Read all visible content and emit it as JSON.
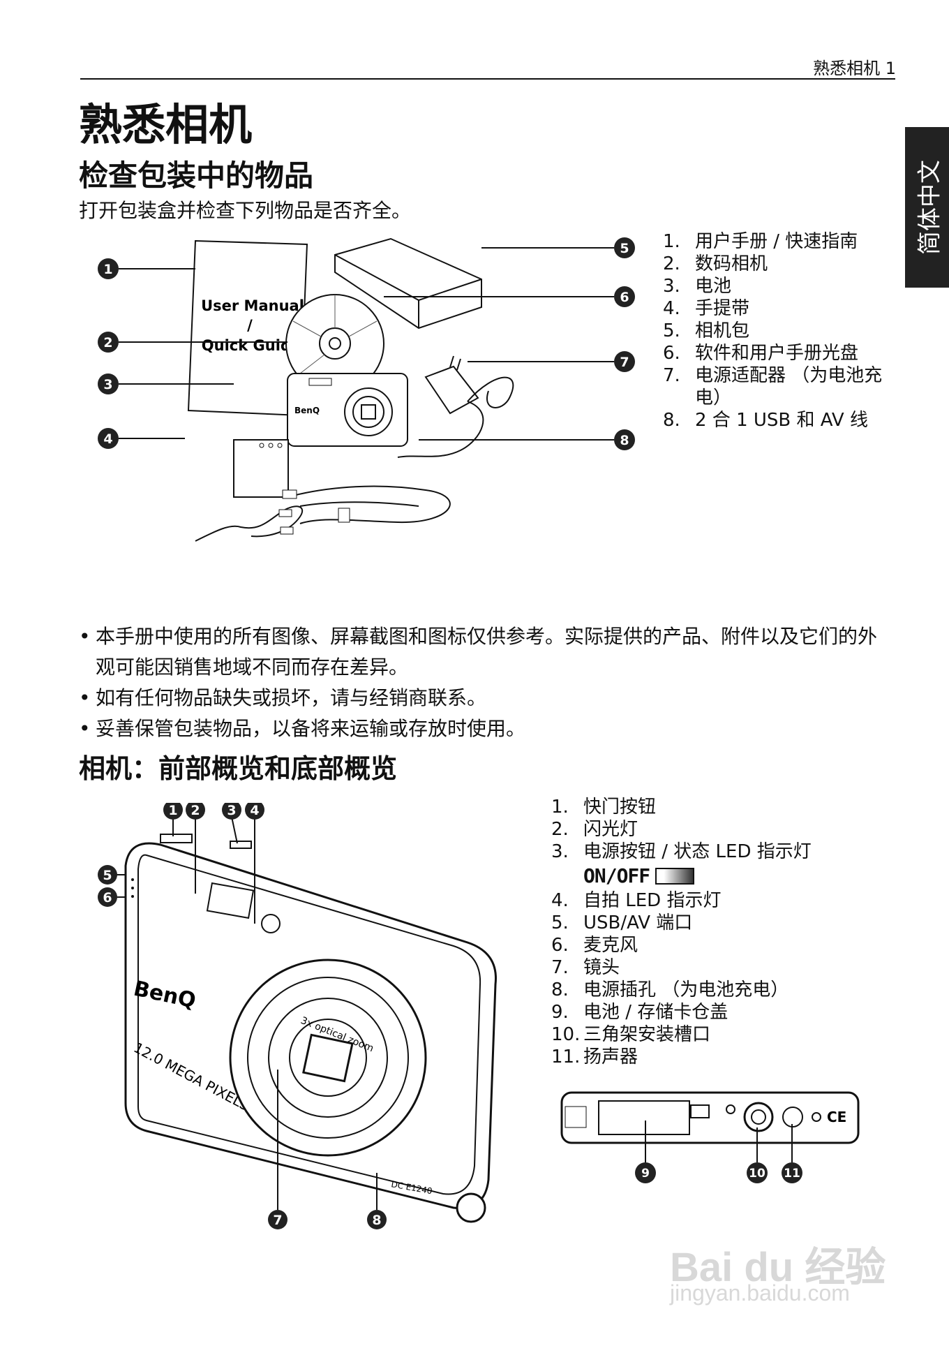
{
  "header": {
    "running_title": "熟悉相机  1"
  },
  "side_tab": {
    "label": "简体中文"
  },
  "title": "熟悉相机",
  "section1": {
    "heading": "检查包装中的物品",
    "intro": "打开包装盒并检查下列物品是否齐全。",
    "figure": {
      "manual_line1": "User Manual",
      "manual_line2": "/",
      "manual_line3": "Quick Guide",
      "brand": "BenQ",
      "callouts": [
        "1",
        "2",
        "3",
        "4",
        "5",
        "6",
        "7",
        "8"
      ]
    },
    "items": [
      {
        "num": "1.",
        "text": "用户手册 / 快速指南"
      },
      {
        "num": "2.",
        "text": "数码相机"
      },
      {
        "num": "3.",
        "text": "电池"
      },
      {
        "num": "4.",
        "text": "手提带"
      },
      {
        "num": "5.",
        "text": "相机包"
      },
      {
        "num": "6.",
        "text": "软件和用户手册光盘"
      },
      {
        "num": "7.",
        "text": "电源适配器 （为电池充电）"
      },
      {
        "num": "8.",
        "text": "2 合 1 USB 和 AV 线"
      }
    ],
    "notes": [
      "本手册中使用的所有图像、屏幕截图和图标仅供参考。实际提供的产品、附件以及它们的外观可能因销售地域不同而存在差异。",
      "如有任何物品缺失或损坏，请与经销商联系。",
      "妥善保管包装物品，以备将来运输或存放时使用。"
    ]
  },
  "section2": {
    "heading": "相机：前部概览和底部概览",
    "figure": {
      "brand": "BenQ",
      "megapixels": "12.0 MEGA PIXELS",
      "model": "DC E1240",
      "zoom": "3x optical zoom",
      "callouts_front": [
        "1",
        "2",
        "3",
        "4",
        "5",
        "6",
        "7",
        "8"
      ],
      "callouts_bottom": [
        "9",
        "10",
        "11"
      ]
    },
    "parts": [
      {
        "num": "1.",
        "text": "快门按钮"
      },
      {
        "num": "2.",
        "text": "闪光灯"
      },
      {
        "num": "3.",
        "text": "电源按钮 / 状态 LED 指示灯"
      },
      {
        "num": "4.",
        "text": "自拍 LED 指示灯"
      },
      {
        "num": "5.",
        "text": "USB/AV 端口"
      },
      {
        "num": "6.",
        "text": "麦克风"
      },
      {
        "num": "7.",
        "text": "镜头"
      },
      {
        "num": "8.",
        "text": "电源插孔 （为电池充电）"
      },
      {
        "num": "9.",
        "text": "电池 / 存储卡仓盖"
      },
      {
        "num": "10.",
        "text": "三角架安装槽口"
      },
      {
        "num": "11.",
        "text": "扬声器"
      }
    ],
    "onoff_label": "ON/OFF"
  },
  "watermark": {
    "logo": "Bai du 经验",
    "url": "jingyan.baidu.com"
  }
}
